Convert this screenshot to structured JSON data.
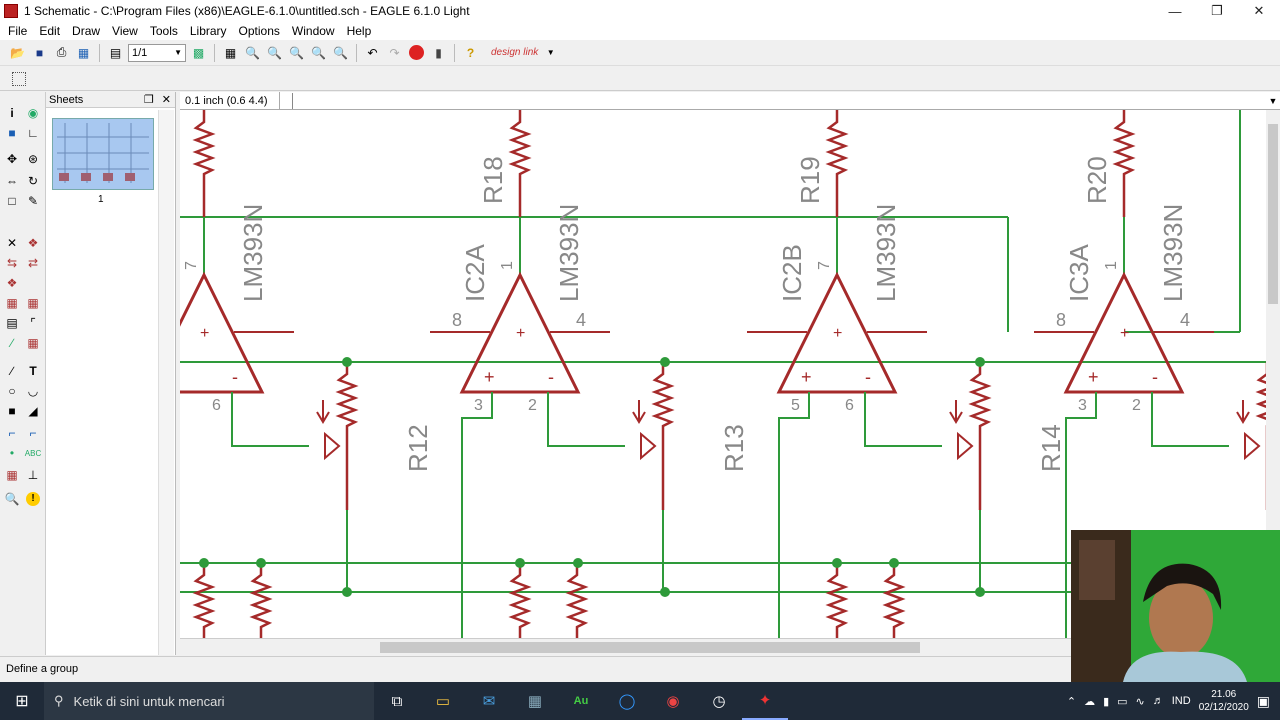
{
  "window": {
    "title": "1 Schematic - C:\\Program Files (x86)\\EAGLE-6.1.0\\untitled.sch - EAGLE 6.1.0 Light"
  },
  "menu": [
    "File",
    "Edit",
    "Draw",
    "View",
    "Tools",
    "Library",
    "Options",
    "Window",
    "Help"
  ],
  "toolbar": {
    "sheet_value": "1/1",
    "designlink": "design link"
  },
  "sheets_panel": {
    "title": "Sheets",
    "sheet_number": "1"
  },
  "command_bar": {
    "coordinate": "0.1 inch (0.6 4.4)",
    "input_value": ""
  },
  "schematic": {
    "opamps": [
      {
        "name": "",
        "part": "LM393N",
        "pin_left": "",
        "pin_right": "",
        "pin_bottom_l": "",
        "pin_bottom_r": "6",
        "pin_top": "7"
      },
      {
        "name": "IC2A",
        "part": "LM393N",
        "pin_left": "8",
        "pin_right": "4",
        "pin_bottom_l": "3",
        "pin_bottom_r": "2",
        "pin_top": "1"
      },
      {
        "name": "IC2B",
        "part": "LM393N",
        "pin_left": "",
        "pin_right": "",
        "pin_bottom_l": "5",
        "pin_bottom_r": "6",
        "pin_top": "7"
      },
      {
        "name": "IC3A",
        "part": "LM393N",
        "pin_left": "8",
        "pin_right": "4",
        "pin_bottom_l": "3",
        "pin_bottom_r": "2",
        "pin_top": "1"
      }
    ],
    "top_resistors": [
      "R18",
      "R19",
      "R20"
    ],
    "pots": [
      "R12",
      "R13",
      "R14"
    ],
    "plus": "+",
    "minus": "-"
  },
  "status": {
    "text": "Define a group"
  },
  "taskbar": {
    "search_placeholder": "Ketik di sini untuk mencari",
    "language": "IND",
    "time": "21.06",
    "date": "02/12/2020"
  },
  "colors": {
    "wire": "#2e9a3a",
    "part": "#a52a2a",
    "label": "#888888"
  }
}
